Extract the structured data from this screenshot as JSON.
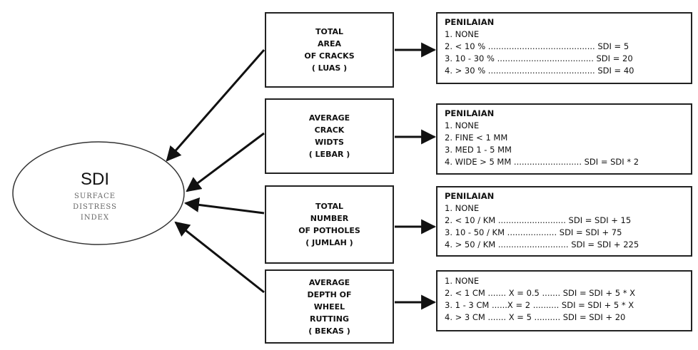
{
  "center": {
    "title": "SDI",
    "subtitle_lines": [
      "SURFACE",
      "DISTRESS",
      "INDEX"
    ]
  },
  "factors": [
    {
      "lines": [
        "TOTAL",
        "AREA",
        "OF CRACKS",
        "( LUAS )"
      ],
      "panel": {
        "heading": "PENILAIAN",
        "items": [
          "1. NONE",
          "2. < 10 % ......................................... SDI = 5",
          "3. 10 - 30 % ..................................... SDI = 20",
          "4. > 30 % ......................................... SDI = 40"
        ]
      }
    },
    {
      "lines": [
        "AVERAGE",
        "CRACK",
        "WIDTS",
        "( LEBAR )"
      ],
      "panel": {
        "heading": "PENILAIAN",
        "items": [
          "1. NONE",
          "2. FINE < 1 MM",
          "3. MED 1 - 5 MM",
          "4. WIDE > 5 MM .......................... SDI = SDI * 2"
        ]
      }
    },
    {
      "lines": [
        "TOTAL",
        "NUMBER",
        "OF POTHOLES",
        "( JUMLAH )"
      ],
      "panel": {
        "heading": "PENILAIAN",
        "items": [
          "1. NONE",
          "2. < 10 / KM .......................... SDI = SDI + 15",
          "3. 10 - 50 / KM ................... SDI = SDI + 75",
          "4. > 50 / KM ........................... SDI = SDI + 225"
        ]
      }
    },
    {
      "lines": [
        "AVERAGE",
        "DEPTH OF",
        "WHEEL",
        "RUTTING",
        "( BEKAS )"
      ],
      "panel": {
        "heading": "",
        "items": [
          "1. NONE",
          "2. < 1 CM ....... X = 0.5 ....... SDI = SDI + 5 * X",
          "3. 1 - 3 CM ......X = 2 .......... SDI = SDI + 5 * X",
          "4. > 3 CM ....... X = 5 .......... SDI = SDI + 20"
        ]
      }
    }
  ]
}
